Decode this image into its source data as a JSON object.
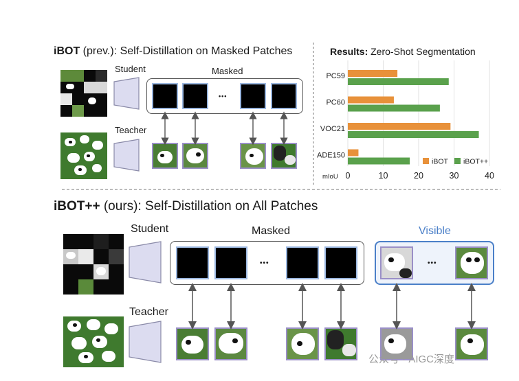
{
  "top": {
    "title_bold": "iBOT",
    "title_rest": " (prev.): Self-Distillation on Masked Patches",
    "student_label": "Student",
    "teacher_label": "Teacher",
    "masked_label": "Masked",
    "dots": "•••"
  },
  "results": {
    "title_bold": "Results:",
    "title_rest": " Zero-Shot Segmentation",
    "chart_data": {
      "type": "bar",
      "orientation": "horizontal",
      "categories": [
        "PC59",
        "PC60",
        "VOC21",
        "ADE150"
      ],
      "series": [
        {
          "name": "iBOT",
          "values": [
            14,
            13,
            29,
            3
          ],
          "color": "#e8913a"
        },
        {
          "name": "iBOT++",
          "values": [
            28.5,
            26,
            37,
            17.5
          ],
          "color": "#5aa14c"
        }
      ],
      "xlabel": "mIoU",
      "xticks": [
        0,
        10,
        20,
        30,
        40
      ],
      "xlim": [
        0,
        40
      ],
      "grid": true,
      "legend": "bottom-right"
    }
  },
  "bottom": {
    "title_bold": "iBOT++",
    "title_rest": " (ours): Self-Distillation on All Patches",
    "student_label": "Student",
    "teacher_label": "Teacher",
    "masked_label": "Masked",
    "visible_label": "Visible",
    "dots": "•••"
  },
  "watermark": "公众号 · AIGC深度",
  "colors": {
    "accent_blue": "#4a7fc8",
    "patch_border_blue": "#9bb7e0",
    "patch_border_purple": "#9a8fc7",
    "encoder_fill": "#dcdcf0"
  }
}
